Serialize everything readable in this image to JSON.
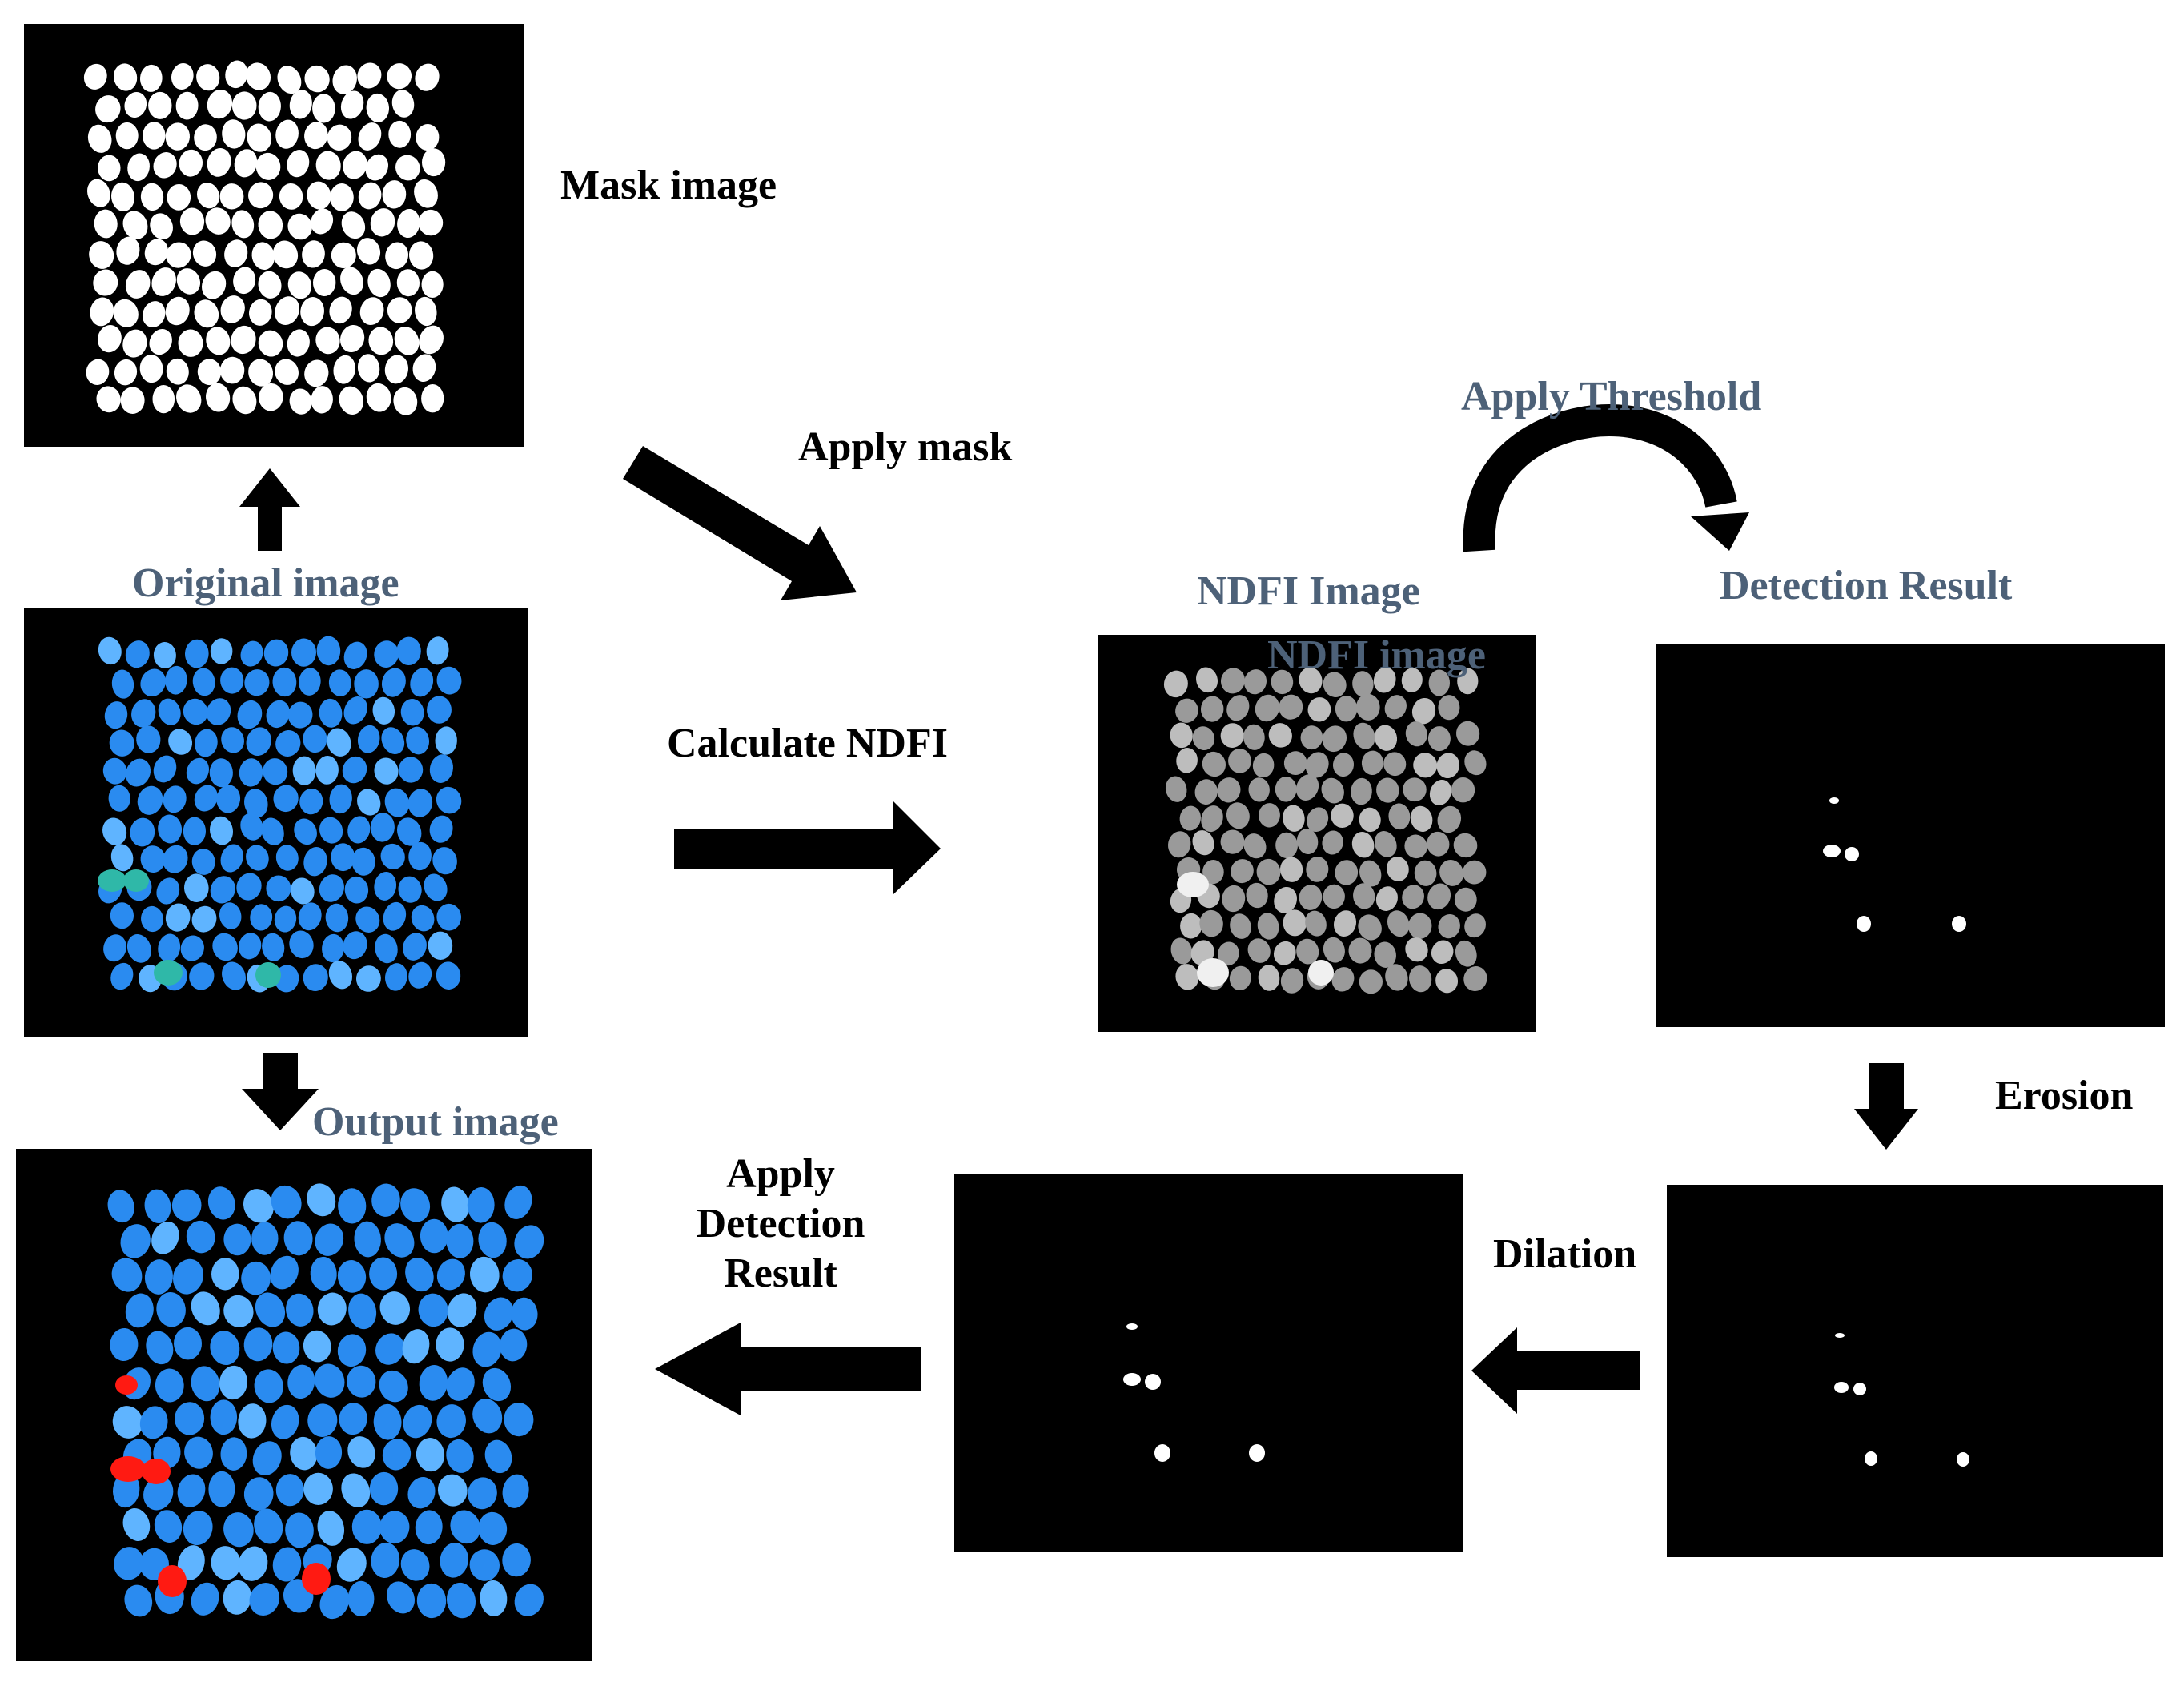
{
  "labels": {
    "mask_image": "Mask image",
    "apply_mask": "Apply mask",
    "apply_threshold": "Apply Threshold",
    "original_image": "Original image",
    "ndfi_image_title": "NDFI Image",
    "ndfi_image_overlay": "NDFI image",
    "detection_result": "Detection Result",
    "calculate_ndfi": "Calculate NDFI",
    "erosion": "Erosion",
    "output_image": "Output image",
    "apply_detection_line1": "Apply",
    "apply_detection_line2": "Detection",
    "apply_detection_line3": "Result",
    "dilation": "Dilation"
  },
  "colors": {
    "background": "#ffffff",
    "panel": "#000000",
    "label_dark": "#000000",
    "label_slate": "#4d6178",
    "kernel_blue": "#2a8bf0",
    "kernel_blue_light": "#5fb4ff",
    "kernel_teal": "#2fb8a8",
    "kernel_white": "#ffffff",
    "kernel_gray": "#9a9a9a",
    "detected_red": "#ff1a12",
    "arrow": "#000000"
  }
}
